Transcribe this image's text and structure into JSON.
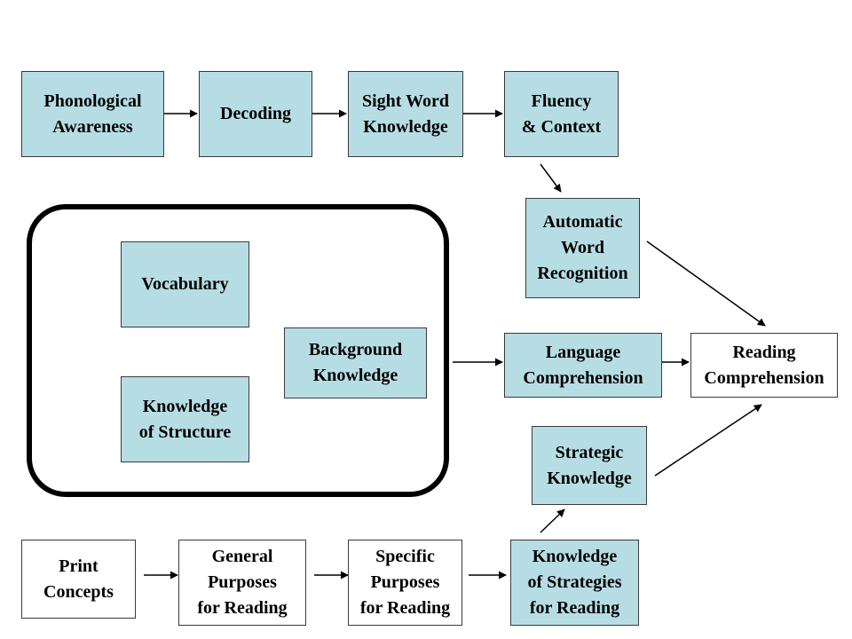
{
  "colors": {
    "box_fill": "#b7dde4",
    "plain_fill": "#ffffff",
    "line": "#000000"
  },
  "nodes": {
    "phonological_awareness": "Phonological\nAwareness",
    "decoding": "Decoding",
    "sight_word_knowledge": "Sight Word\nKnowledge",
    "fluency_context": "Fluency\n& Context",
    "automatic_word_recognition": "Automatic\nWord\nRecognition",
    "vocabulary": "Vocabulary",
    "background_knowledge": "Background\nKnowledge",
    "knowledge_of_structure": "Knowledge\nof Structure",
    "language_comprehension": "Language\nComprehension",
    "reading_comprehension": "Reading\nComprehension",
    "strategic_knowledge": "Strategic\nKnowledge",
    "print_concepts": "Print\nConcepts",
    "general_purposes": "General\nPurposes\nfor Reading",
    "specific_purposes": "Specific\nPurposes\nfor Reading",
    "knowledge_of_strategies": "Knowledge\nof Strategies\nfor Reading"
  },
  "edges": [
    [
      "phonological_awareness",
      "decoding"
    ],
    [
      "decoding",
      "sight_word_knowledge"
    ],
    [
      "sight_word_knowledge",
      "fluency_context"
    ],
    [
      "fluency_context",
      "automatic_word_recognition"
    ],
    [
      "automatic_word_recognition",
      "reading_comprehension"
    ],
    [
      "language_knowledge_group",
      "language_comprehension"
    ],
    [
      "language_comprehension",
      "reading_comprehension"
    ],
    [
      "strategic_knowledge",
      "reading_comprehension"
    ],
    [
      "print_concepts",
      "general_purposes"
    ],
    [
      "general_purposes",
      "specific_purposes"
    ],
    [
      "specific_purposes",
      "knowledge_of_strategies"
    ],
    [
      "knowledge_of_strategies",
      "strategic_knowledge"
    ]
  ]
}
